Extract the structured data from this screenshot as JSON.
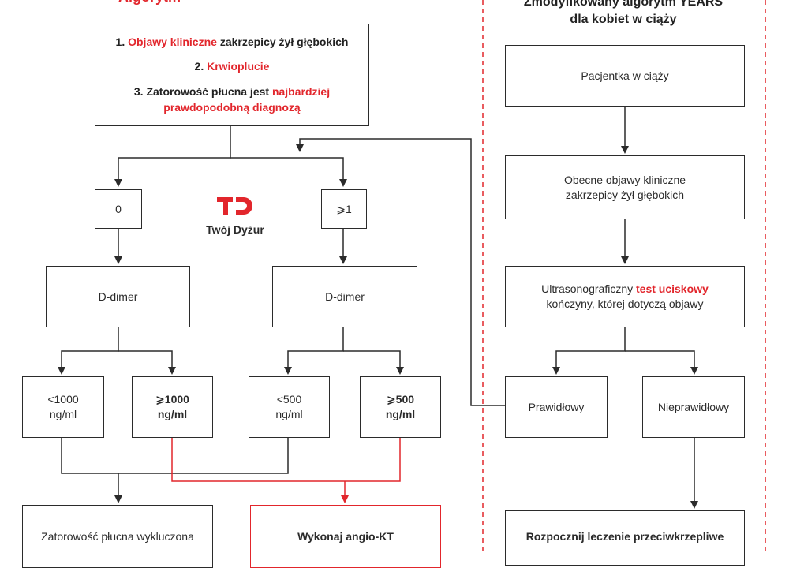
{
  "left_title_fragment": "Algorytm YEARS",
  "right_title": {
    "line1": "Zmodyfikowany algorytm YEARS",
    "line2": "dla kobiet w ciąży"
  },
  "criteria": {
    "item1_num": "1.",
    "item1_highlight": "Objawy kliniczne",
    "item1_rest": "zakrzepicy żył głębokich",
    "item2_num": "2.",
    "item2_highlight": "Krwioplucie",
    "item3_num": "3.",
    "item3_rest": "Zatorowość płucna jest",
    "item3_highlight_a": "najbardziej",
    "item3_highlight_b": "prawdopodobną diagnozą"
  },
  "score_zero": "0",
  "score_one_plus": "⩾1",
  "logo": {
    "text": "Twój Dyżur"
  },
  "ddimer_left": "D-dimer",
  "ddimer_right": "D-dimer",
  "lt1000": {
    "line1": "<1000",
    "line2": "ng/ml"
  },
  "ge1000": {
    "line1": "⩾1000",
    "line2": "ng/ml"
  },
  "lt500": {
    "line1": "<500",
    "line2": "ng/ml"
  },
  "ge500": {
    "line1": "⩾500",
    "line2": "ng/ml"
  },
  "pe_excluded": "Zatorowość płucna wykluczona",
  "do_ct": "Wykonaj angio-KT",
  "pregnant": "Pacjentka w ciąży",
  "dvt_symptoms": {
    "line1": "Obecne objawy kliniczne",
    "line2": "zakrzepicy żył głębokich"
  },
  "ultrasound": {
    "line1_a": "Ultrasonograficzny",
    "line1_highlight": "test uciskowy",
    "line2": "kończyny, której dotyczą objawy"
  },
  "normal": "Prawidłowy",
  "abnormal": "Nieprawidłowy",
  "start_treatment": "Rozpocznij leczenie przeciwkrzepliwe",
  "colors": {
    "accent_red": "#e2262c",
    "line": "#2b2b2b"
  }
}
